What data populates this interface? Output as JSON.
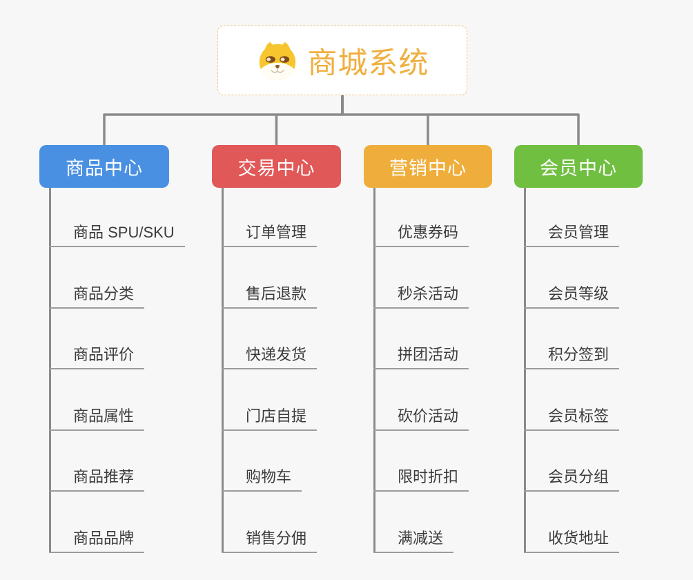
{
  "page": {
    "background_color": "#f7f7f7",
    "connector_color": "#8a8a8a",
    "leaf_underline_color": "#9c9c9c",
    "leaf_text_color": "#3b3b3b"
  },
  "root": {
    "title": "商城系统",
    "icon": "dog-face-icon",
    "title_color": "#efaf3f",
    "border_color": "#f2c36f",
    "background_color": "#ffffff"
  },
  "branches": [
    {
      "label": "商品中心",
      "color": "#4a90e2",
      "text_color": "#ffffff",
      "items": [
        "商品 SPU/SKU",
        "商品分类",
        "商品评价",
        "商品属性",
        "商品推荐",
        "商品品牌"
      ]
    },
    {
      "label": "交易中心",
      "color": "#e15858",
      "text_color": "#ffffff",
      "items": [
        "订单管理",
        "售后退款",
        "快递发货",
        "门店自提",
        "购物车",
        "销售分佣"
      ]
    },
    {
      "label": "营销中心",
      "color": "#efae3c",
      "text_color": "#ffffff",
      "items": [
        "优惠券码",
        "秒杀活动",
        "拼团活动",
        "砍价活动",
        "限时折扣",
        "满减送"
      ]
    },
    {
      "label": "会员中心",
      "color": "#70bf41",
      "text_color": "#ffffff",
      "items": [
        "会员管理",
        "会员等级",
        "积分签到",
        "会员标签",
        "会员分组",
        "收货地址"
      ]
    }
  ]
}
